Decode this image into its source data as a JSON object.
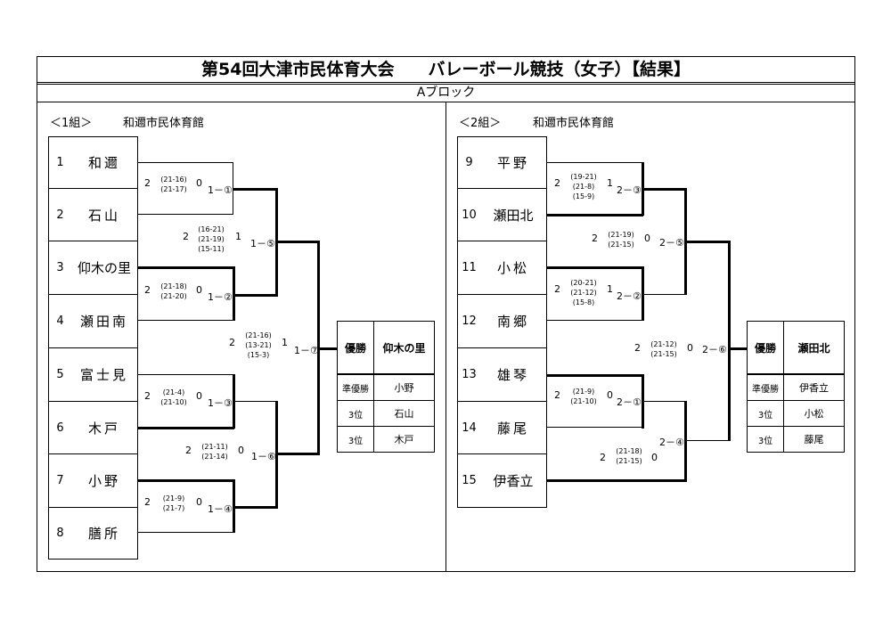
{
  "title": "第54回大津市民体育大会　　バレーボール競技（女子）【結果】",
  "block": "Aブロック",
  "groups": [
    {
      "label": "＜1組＞",
      "venue": "和邇市民体育館",
      "teams": [
        {
          "num": "1",
          "name": "和邇"
        },
        {
          "num": "2",
          "name": "石山"
        },
        {
          "num": "3",
          "name": "仰木の里"
        },
        {
          "num": "4",
          "name": "瀬田南"
        },
        {
          "num": "5",
          "name": "富士見"
        },
        {
          "num": "6",
          "name": "木戸"
        },
        {
          "num": "7",
          "name": "小野"
        },
        {
          "num": "8",
          "name": "膳所"
        }
      ],
      "matches": [
        {
          "w": "2",
          "l": "0",
          "scores": "(21-16)\n(21-17)",
          "label": "1－①"
        },
        {
          "w": "2",
          "l": "0",
          "scores": "(21-18)\n(21-20)",
          "label": "1－②"
        },
        {
          "w": "2",
          "l": "0",
          "scores": "(21-4)\n(21-10)",
          "label": "1－③"
        },
        {
          "w": "2",
          "l": "0",
          "scores": "(21-9)\n(21-7)",
          "label": "1－④"
        },
        {
          "w": "2",
          "l": "1",
          "scores": "(16-21)\n(21-19)\n(15-11)",
          "label": "1－⑤"
        },
        {
          "w": "2",
          "l": "0",
          "scores": "(21-11)\n(21-14)",
          "label": "1－⑥"
        },
        {
          "w": "2",
          "l": "1",
          "scores": "(21-16)\n(13-21)\n(15-3)",
          "label": "1－⑦"
        }
      ],
      "results": [
        {
          "rank": "優勝",
          "team": "仰木の里"
        },
        {
          "rank": "準優勝",
          "team": "小野"
        },
        {
          "rank": "3位",
          "team": "石山"
        },
        {
          "rank": "3位",
          "team": "木戸"
        }
      ]
    },
    {
      "label": "＜2組＞",
      "venue": "和邇市民体育館",
      "teams": [
        {
          "num": "9",
          "name": "平野"
        },
        {
          "num": "10",
          "name": "瀬田北"
        },
        {
          "num": "11",
          "name": "小松"
        },
        {
          "num": "12",
          "name": "南郷"
        },
        {
          "num": "13",
          "name": "雄琴"
        },
        {
          "num": "14",
          "name": "藤尾"
        },
        {
          "num": "15",
          "name": "伊香立"
        }
      ],
      "matches": [
        {
          "w": "2",
          "l": "1",
          "scores": "(19-21)\n(21-8)\n(15-9)",
          "label": "2－③"
        },
        {
          "w": "2",
          "l": "1",
          "scores": "(20-21)\n(21-12)\n(15-8)",
          "label": "2－②"
        },
        {
          "w": "2",
          "l": "0",
          "scores": "(21-9)\n(21-10)",
          "label": "2－①"
        },
        {
          "w": "2",
          "l": "0",
          "scores": "(21-19)\n(21-15)",
          "label": "2－⑤"
        },
        {
          "w": "2",
          "l": "0",
          "scores": "(21-18)\n(21-15)",
          "label": "2－④"
        },
        {
          "w": "2",
          "l": "0",
          "scores": "(21-12)\n(21-15)",
          "label": "2－⑥"
        }
      ],
      "results": [
        {
          "rank": "優勝",
          "team": "瀬田北"
        },
        {
          "rank": "準優勝",
          "team": "伊香立"
        },
        {
          "rank": "3位",
          "team": "小松"
        },
        {
          "rank": "3位",
          "team": "藤尾"
        }
      ]
    }
  ]
}
